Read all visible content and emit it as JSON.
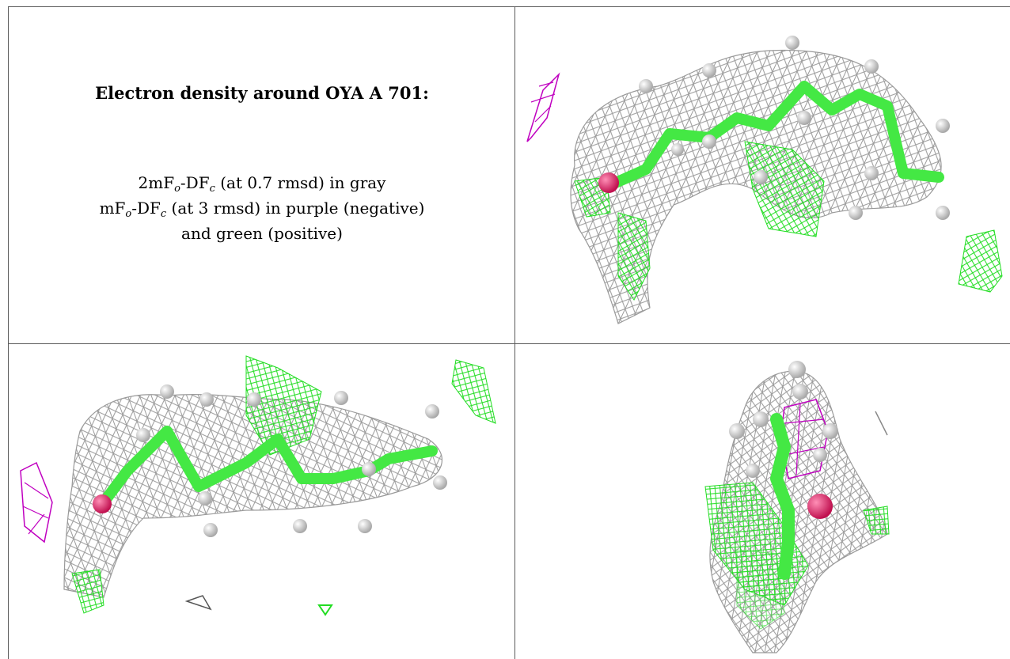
{
  "figure": {
    "title": "Electron density around OYA A 701:",
    "legend": {
      "line1": {
        "prefix": "2mF",
        "sub1": "o",
        "mid": "-DF",
        "sub2": "c",
        "rest": " (at 0.7 rmsd) in gray"
      },
      "line2": {
        "prefix": "mF",
        "sub1": "o",
        "mid": "-DF",
        "sub2": "c",
        "rest": " (at 3 rmsd) in purple (negative)"
      },
      "line3": "and green (positive)"
    },
    "colors": {
      "mesh_2fofc": "#9a9a9a",
      "mesh_positive": "#22dd22",
      "mesh_negative": "#c000c0",
      "carbon": "#44e844",
      "hydrogen": "#d8d8d8",
      "oxygen": "#e0246a"
    },
    "views": [
      {
        "name": "view-top-right"
      },
      {
        "name": "view-bottom-left"
      },
      {
        "name": "view-bottom-right"
      }
    ]
  }
}
